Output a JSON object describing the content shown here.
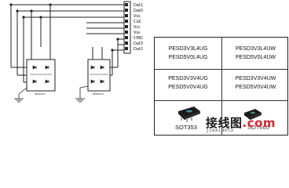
{
  "schematic": {
    "connector_pins": [
      "Dat1",
      "Dat0",
      "Vss",
      "CLK",
      "Vcc",
      "Vss",
      "CMD",
      "Dat3",
      "Dat2"
    ],
    "chip_left_label": "PESD3V3",
    "chip_right_label": "PESD3V3"
  },
  "table": {
    "rows": [
      [
        "PESD3V3L4UG",
        "PESD5V0L4UG"
      ],
      [
        "PESD3V3L4UW",
        "PESD5V0L4UW"
      ],
      [
        "PESD3V3V4UG",
        "PESD5V0V4UG"
      ],
      [
        "PESD3V3V4UW",
        "PESD5V0V4UW"
      ]
    ],
    "packages": [
      "SOT353",
      "SOT665"
    ]
  },
  "watermark": {
    "site": "接线图",
    "domain": ".com",
    "sub": "jiexiantu"
  }
}
